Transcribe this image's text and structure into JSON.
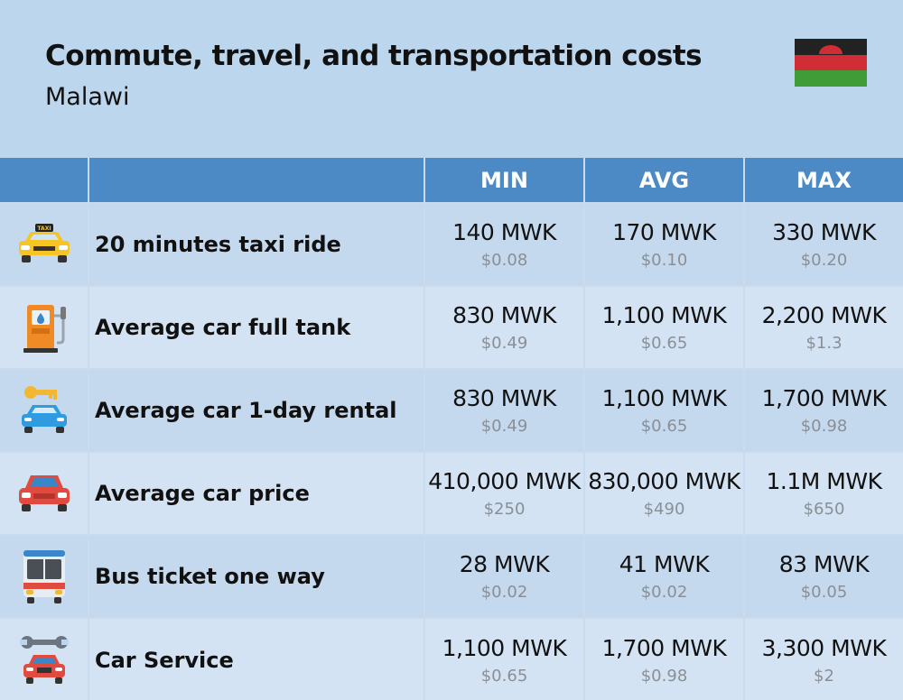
{
  "header": {
    "title": "Commute, travel, and transportation costs",
    "subtitle": "Malawi"
  },
  "colors": {
    "background": "#bcd6ee",
    "header_row": "#4b8ac5",
    "row_odd": "#c5d9ee",
    "row_even": "#d4e3f3",
    "flag": [
      "#222222",
      "#d12d36",
      "#3f9c36"
    ]
  },
  "table": {
    "columns": [
      "",
      "",
      "MIN",
      "AVG",
      "MAX"
    ],
    "rows": [
      {
        "icon": "taxi-icon",
        "label": "20 minutes taxi ride",
        "min": "140 MWK",
        "min_usd": "$0.08",
        "avg": "170 MWK",
        "avg_usd": "$0.10",
        "max": "330 MWK",
        "max_usd": "$0.20"
      },
      {
        "icon": "fuel-pump-icon",
        "label": "Average car full tank",
        "min": "830 MWK",
        "min_usd": "$0.49",
        "avg": "1,100 MWK",
        "avg_usd": "$0.65",
        "max": "2,200 MWK",
        "max_usd": "$1.3"
      },
      {
        "icon": "car-key-icon",
        "label": "Average car 1-day rental",
        "min": "830 MWK",
        "min_usd": "$0.49",
        "avg": "1,100 MWK",
        "avg_usd": "$0.65",
        "max": "1,700 MWK",
        "max_usd": "$0.98"
      },
      {
        "icon": "car-icon",
        "label": "Average car price",
        "min": "410,000 MWK",
        "min_usd": "$250",
        "avg": "830,000 MWK",
        "avg_usd": "$490",
        "max": "1.1M MWK",
        "max_usd": "$650"
      },
      {
        "icon": "bus-icon",
        "label": "Bus ticket one way",
        "min": "28 MWK",
        "min_usd": "$0.02",
        "avg": "41 MWK",
        "avg_usd": "$0.02",
        "max": "83 MWK",
        "max_usd": "$0.05"
      },
      {
        "icon": "wrench-car-icon",
        "label": "Car Service",
        "min": "1,100 MWK",
        "min_usd": "$0.65",
        "avg": "1,700 MWK",
        "avg_usd": "$0.98",
        "max": "3,300 MWK",
        "max_usd": "$2"
      }
    ]
  }
}
